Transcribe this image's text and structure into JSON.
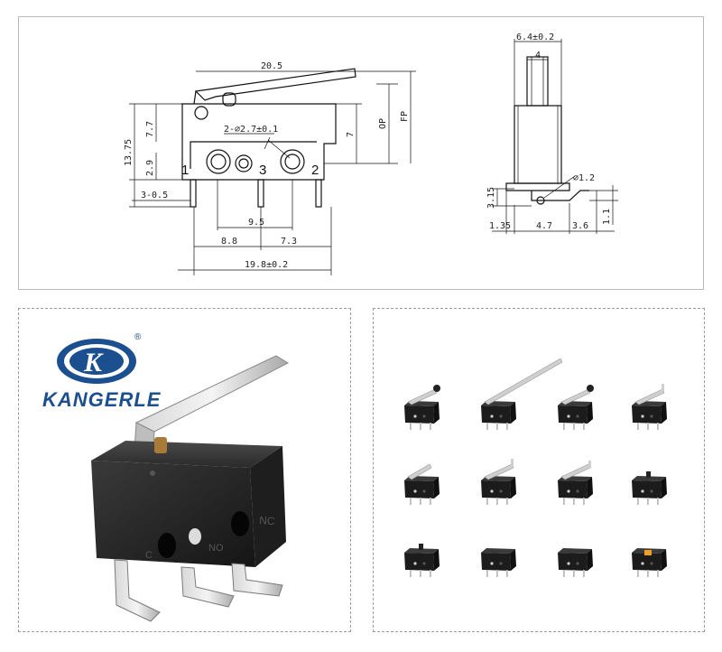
{
  "drawing": {
    "front": {
      "lever_length": "20.5",
      "height_top": "7.7",
      "total_height": "13.75",
      "height_low": "2.9",
      "terminal_width": "3-0.5",
      "inner_height": "7",
      "op_label": "OP",
      "fp_label": "FP",
      "hole_spec": "2-⌀2.7±0.1",
      "pin_1": "1",
      "pin_3": "3",
      "pin_2": "2",
      "pitch_inner": "9.5",
      "pitch_left": "8.8",
      "pitch_right": "7.3",
      "body_length": "19.8±0.2"
    },
    "side": {
      "width_total": "6.4±0.2",
      "width_actuator": "4",
      "pin_dia": "⌀1.2",
      "height_step": "3.15",
      "offset_left": "1.35",
      "width_mid": "4.7",
      "width_right": "3.6",
      "height_right": "1.1"
    }
  },
  "brand": {
    "name": "KANGERLE",
    "registered_mark": "®",
    "logo_letter": "K",
    "color": "#1b4f8f"
  },
  "photo": {
    "label_nc": "NC",
    "label_no": "NO",
    "label_c": "C"
  },
  "gallery": {
    "items": [
      {
        "actuator": "roller-lever"
      },
      {
        "actuator": "long-lever"
      },
      {
        "actuator": "roller-lever"
      },
      {
        "actuator": "hinge-lever"
      },
      {
        "actuator": "short-lever"
      },
      {
        "actuator": "hinge-lever"
      },
      {
        "actuator": "simulated-roller"
      },
      {
        "actuator": "pin-plunger"
      },
      {
        "actuator": "pin-plunger"
      },
      {
        "actuator": "bare-body"
      },
      {
        "actuator": "bare-body"
      },
      {
        "actuator": "orange-button"
      }
    ]
  }
}
